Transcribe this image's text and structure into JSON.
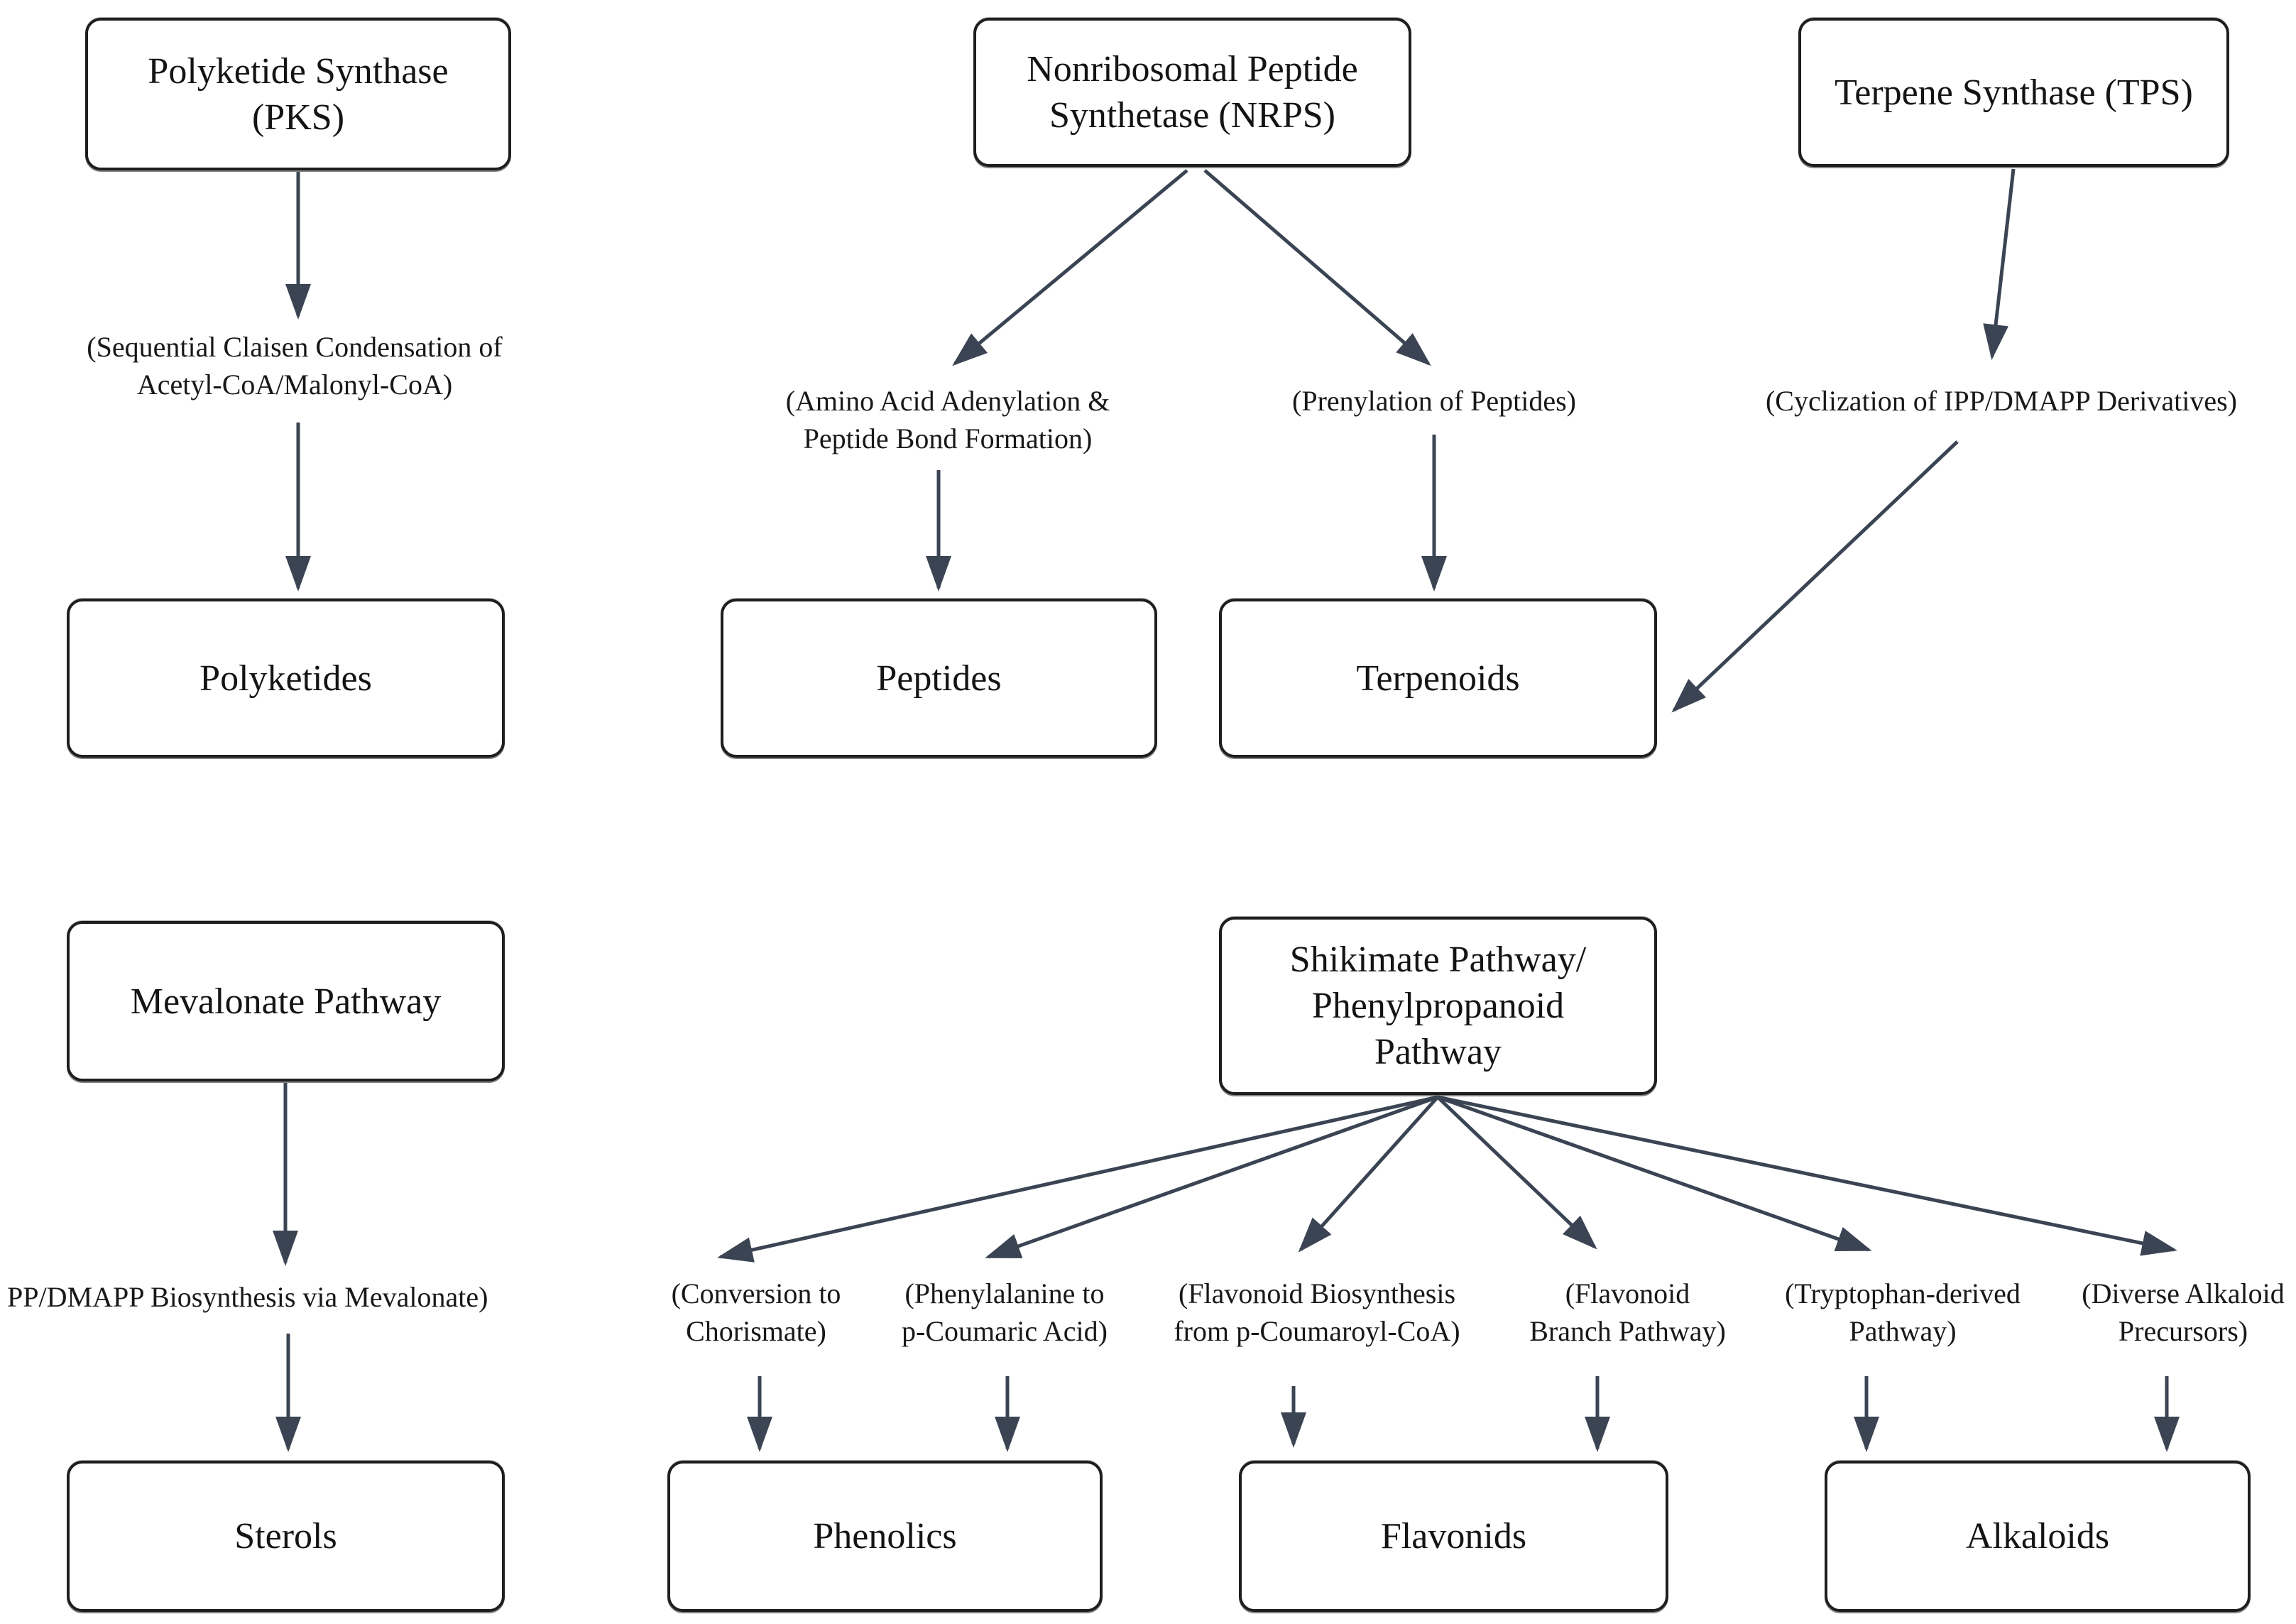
{
  "diagram": {
    "title_hint": "Biosynthetic pathways of secondary metabolites",
    "colors": {
      "arrow": "#3b4453",
      "box_border": "#1e1e1e",
      "box_fill": "#ffffff",
      "text": "#141414",
      "background": "#ffffff"
    },
    "boxes": {
      "pks": "Polyketide Synthase\n(PKS)",
      "nrps": "Nonribosomal Peptide\nSynthetase (NRPS)",
      "tps": "Terpene Synthase (TPS)",
      "polyketides": "Polyketides",
      "peptides": "Peptides",
      "terpenoids": "Terpenoids",
      "mevalonate": "Mevalonate Pathway",
      "shikimate": "Shikimate Pathway/\nPhenylpropanoid\nPathway",
      "sterols": "Sterols",
      "phenolics": "Phenolics",
      "flavonids": "Flavonids",
      "alkaloids": "Alkaloids"
    },
    "annotations": {
      "pks_process": "(Sequential Claisen Condensation of\nAcetyl-CoA/Malonyl-CoA)",
      "nrps_adenylation": "(Amino Acid Adenylation &\nPeptide Bond Formation)",
      "nrps_prenylation": "(Prenylation of Peptides)",
      "tps_cyclization": "(Cyclization of IPP/DMAPP Derivatives)",
      "mevalonate_biosynthesis": "PP/DMAPP Biosynthesis via Mevalonate)",
      "conversion_chorismate": "(Conversion to\nChorismate)",
      "phenylalanine_coumaric": "(Phenylalanine to\np-Coumaric Acid)",
      "flavonoid_biosynthesis": "(Flavonoid Biosynthesis\nfrom p-Coumaroyl-CoA)",
      "flavonoid_branch": "(Flavonoid\nBranch Pathway)",
      "tryptophan_pathway": "(Tryptophan-derived\nPathway)",
      "diverse_alkaloid": "(Diverse Alkaloid\nPrecursors)"
    }
  }
}
